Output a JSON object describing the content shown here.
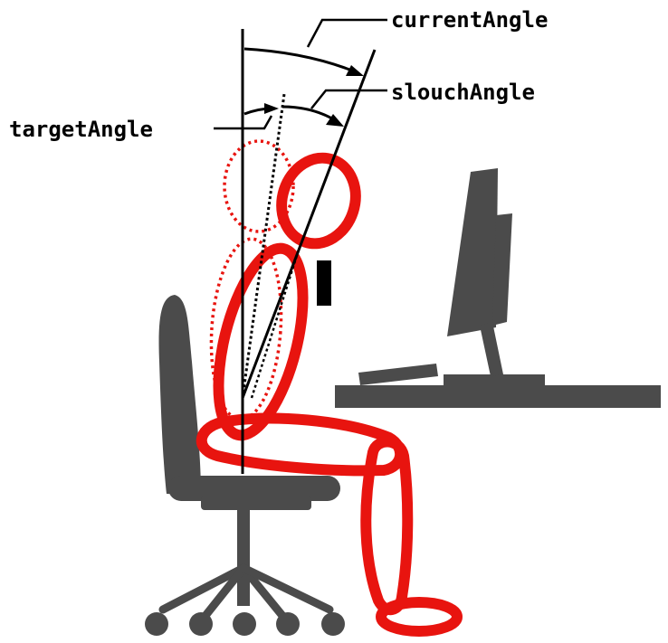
{
  "labels": {
    "current_angle": "currentAngle",
    "slouch_angle": "slouchAngle",
    "target_angle": "targetAngle"
  },
  "colors": {
    "figure": "#e8140f",
    "furniture": "#4b4b4b",
    "lines": "#000000",
    "background": "#ffffff"
  },
  "icons": {
    "chair": "office-chair-icon",
    "monitor": "computer-monitor-icon",
    "keyboard": "keyboard-icon",
    "desk": "desk-icon"
  }
}
